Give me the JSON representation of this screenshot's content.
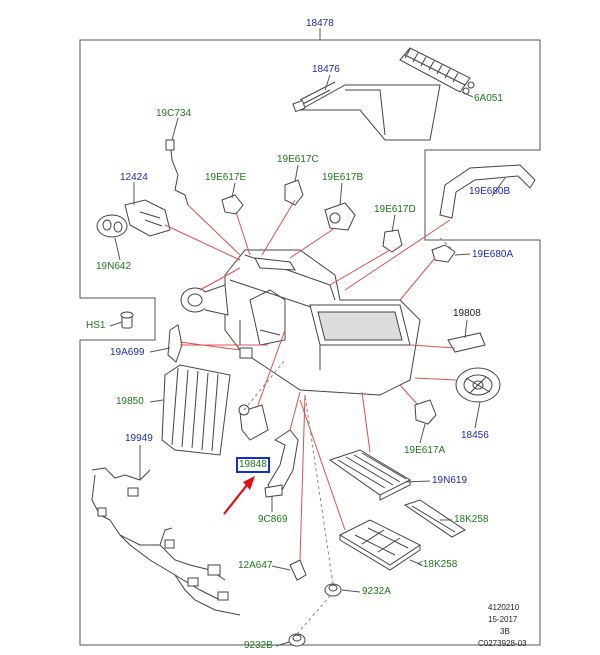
{
  "labels": {
    "p18478": "18478",
    "p18476": "18476",
    "p6A051": "6A051",
    "p19C734": "19C734",
    "p19E617C": "19E617C",
    "p19E617E": "19E617E",
    "p19E617B": "19E617B",
    "p12424": "12424",
    "p19E617D": "19E617D",
    "p19E680B": "19E680B",
    "p19N642": "19N642",
    "p19E680A": "19E680A",
    "pHS1": "HS1",
    "p19808": "19808",
    "p19A699": "19A699",
    "p19850": "19850",
    "p18456": "18456",
    "p19E617A": "19E617A",
    "p19949": "19949",
    "p19848": "19848",
    "p19N619": "19N619",
    "p9C869": "9C869",
    "p18K258a": "18K258",
    "p18K258b": "<18K258",
    "p12A647": "12A647",
    "p9232A": "9232A",
    "p9232B": "9232B"
  },
  "footer": {
    "line1": "4120210",
    "line2": "15-2017",
    "line3": "3B",
    "line4": "C0273928-03"
  },
  "colors": {
    "leader": "#e05050",
    "frame": "#555555",
    "arrow": "#e01010",
    "highlight": "#1030d0"
  }
}
